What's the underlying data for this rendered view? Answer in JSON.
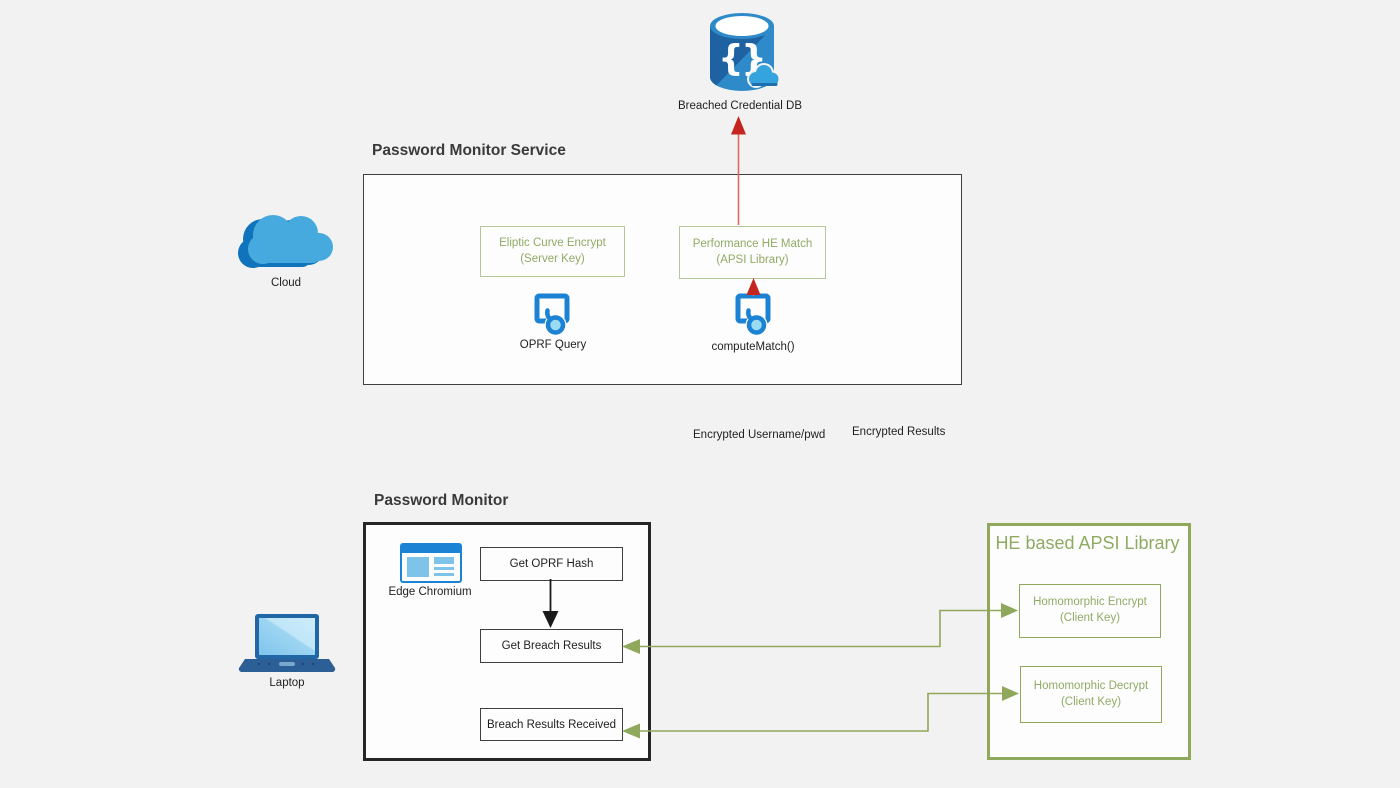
{
  "page": {
    "background": "#f2f2f2"
  },
  "colors": {
    "accent_green": "#8fa85c",
    "green_text": "#90aa65",
    "light_green_border": "#b5c79a",
    "red_arrow": "#c5251f",
    "red_arrow_shaft": "#e0695f",
    "icon_blue": "#1b82d4",
    "dark_border": "#3f3f3f"
  },
  "db": {
    "label": "Breached Credential DB",
    "icon": "database-cloud-icon"
  },
  "cloud": {
    "label": "Cloud",
    "icon": "cloud-icon"
  },
  "laptop": {
    "label": "Laptop",
    "icon": "laptop-icon"
  },
  "service": {
    "title": "Password Monitor Service",
    "nodes": [
      {
        "line1": "Eliptic Curve Encrypt",
        "line2": "(Server Key)"
      },
      {
        "line1": "Performance HE Match",
        "line2": "(APSI Library)"
      }
    ],
    "apis": [
      {
        "label": "OPRF Query",
        "icon": "api-window-icon"
      },
      {
        "label": "computeMatch()",
        "icon": "api-window-icon"
      }
    ]
  },
  "flow_labels": [
    {
      "label": "Encrypted Username/pwd"
    },
    {
      "label": "Encrypted Results"
    }
  ],
  "client": {
    "title": "Password Monitor",
    "browser": {
      "label": "Edge Chromium",
      "icon": "browser-window-icon"
    },
    "steps": [
      {
        "label": "Get OPRF Hash"
      },
      {
        "label": "Get Breach Results"
      },
      {
        "label": "Breach Results Received"
      }
    ]
  },
  "library": {
    "title": "HE based APSI Library",
    "nodes": [
      {
        "line1": "Homomorphic Encrypt",
        "line2": "(Client Key)"
      },
      {
        "line1": "Homomorphic Decrypt",
        "line2": "(Client Key)"
      }
    ]
  }
}
